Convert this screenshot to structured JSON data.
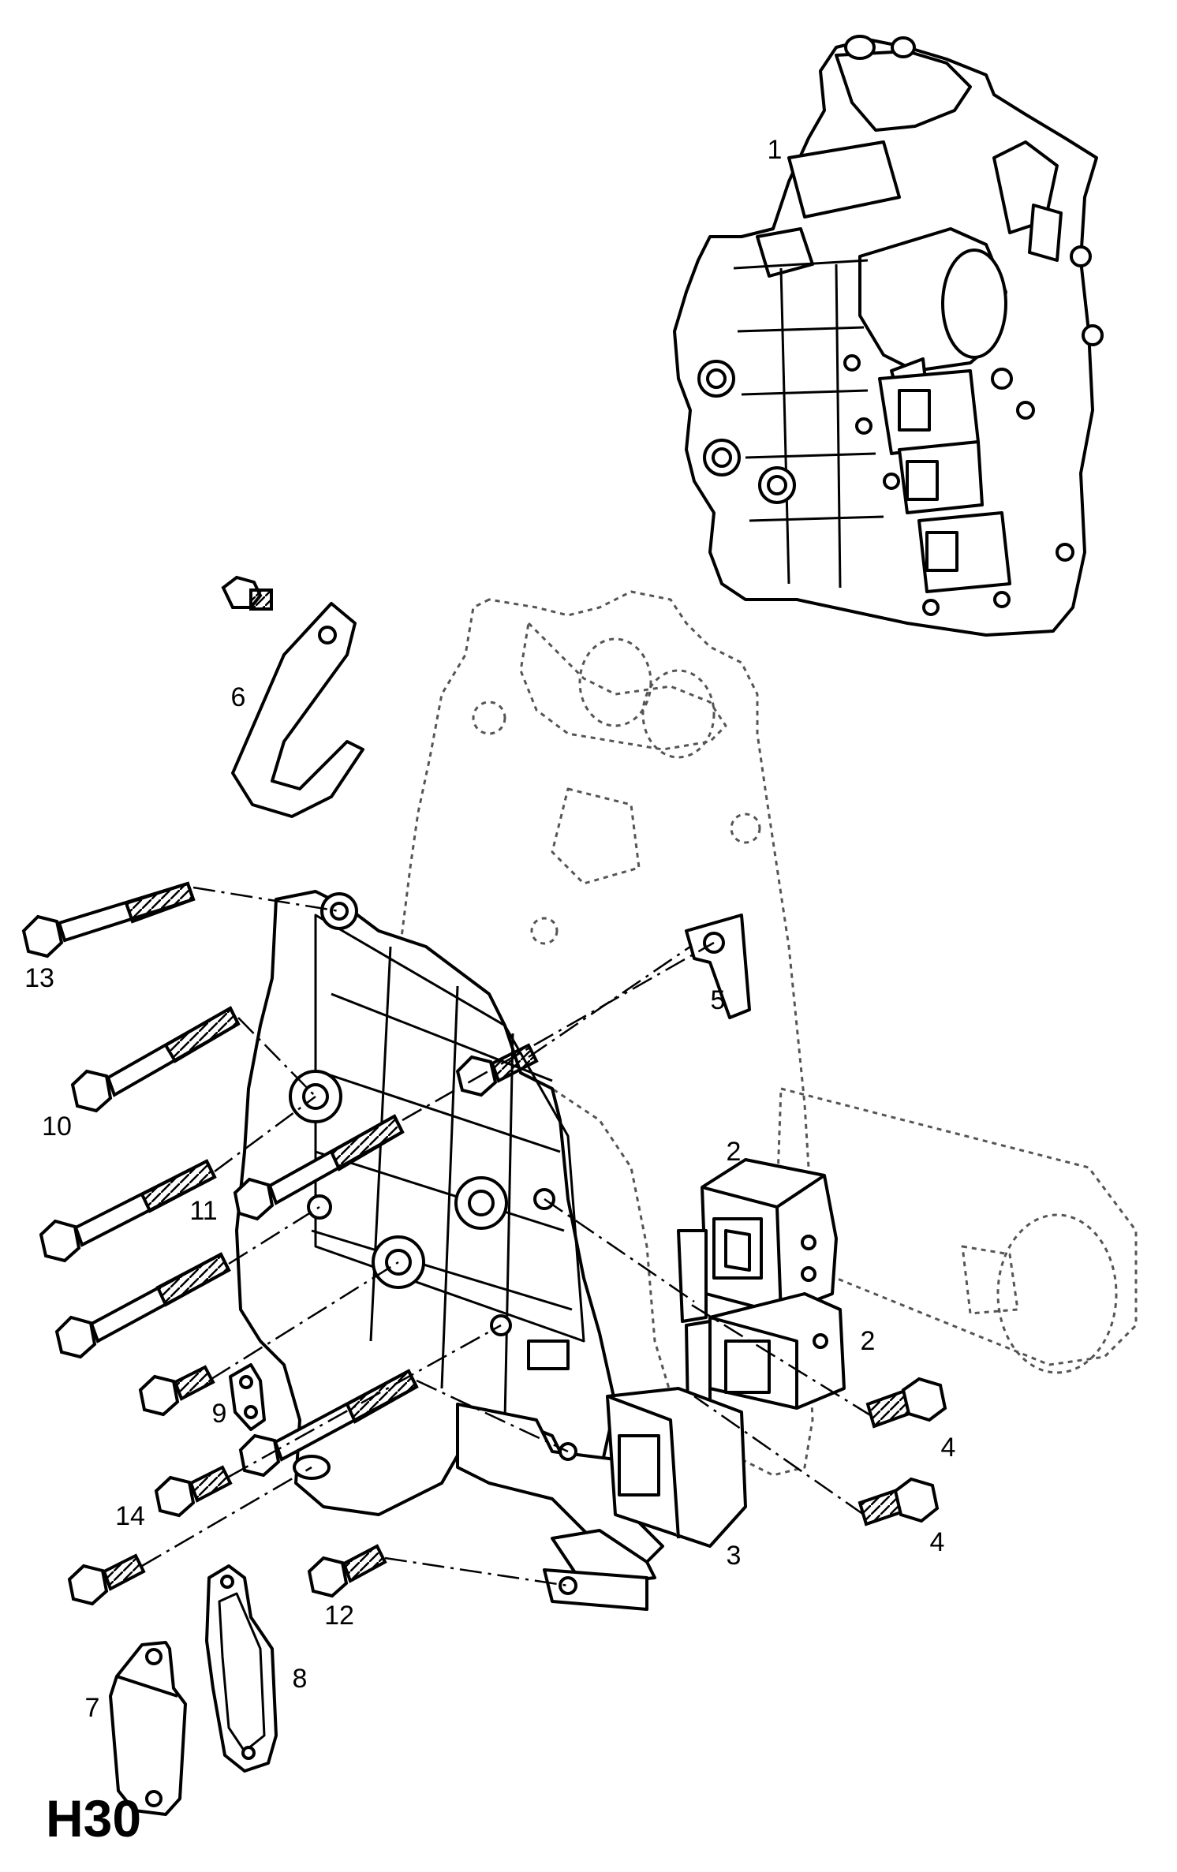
{
  "figure_code": "H30",
  "callouts": [
    {
      "id": "1",
      "label": "1"
    },
    {
      "id": "2a",
      "label": "2"
    },
    {
      "id": "2b",
      "label": "2"
    },
    {
      "id": "3",
      "label": "3"
    },
    {
      "id": "4a",
      "label": "4"
    },
    {
      "id": "4b",
      "label": "4"
    },
    {
      "id": "5",
      "label": "5"
    },
    {
      "id": "6",
      "label": "6"
    },
    {
      "id": "7",
      "label": "7"
    },
    {
      "id": "8",
      "label": "8"
    },
    {
      "id": "9",
      "label": "9"
    },
    {
      "id": "10",
      "label": "10"
    },
    {
      "id": "11",
      "label": "11"
    },
    {
      "id": "12",
      "label": "12"
    },
    {
      "id": "13",
      "label": "13"
    },
    {
      "id": "14",
      "label": "14"
    }
  ],
  "colors": {
    "ink": "#000000",
    "paper": "#ffffff",
    "phantom": "#555555"
  }
}
